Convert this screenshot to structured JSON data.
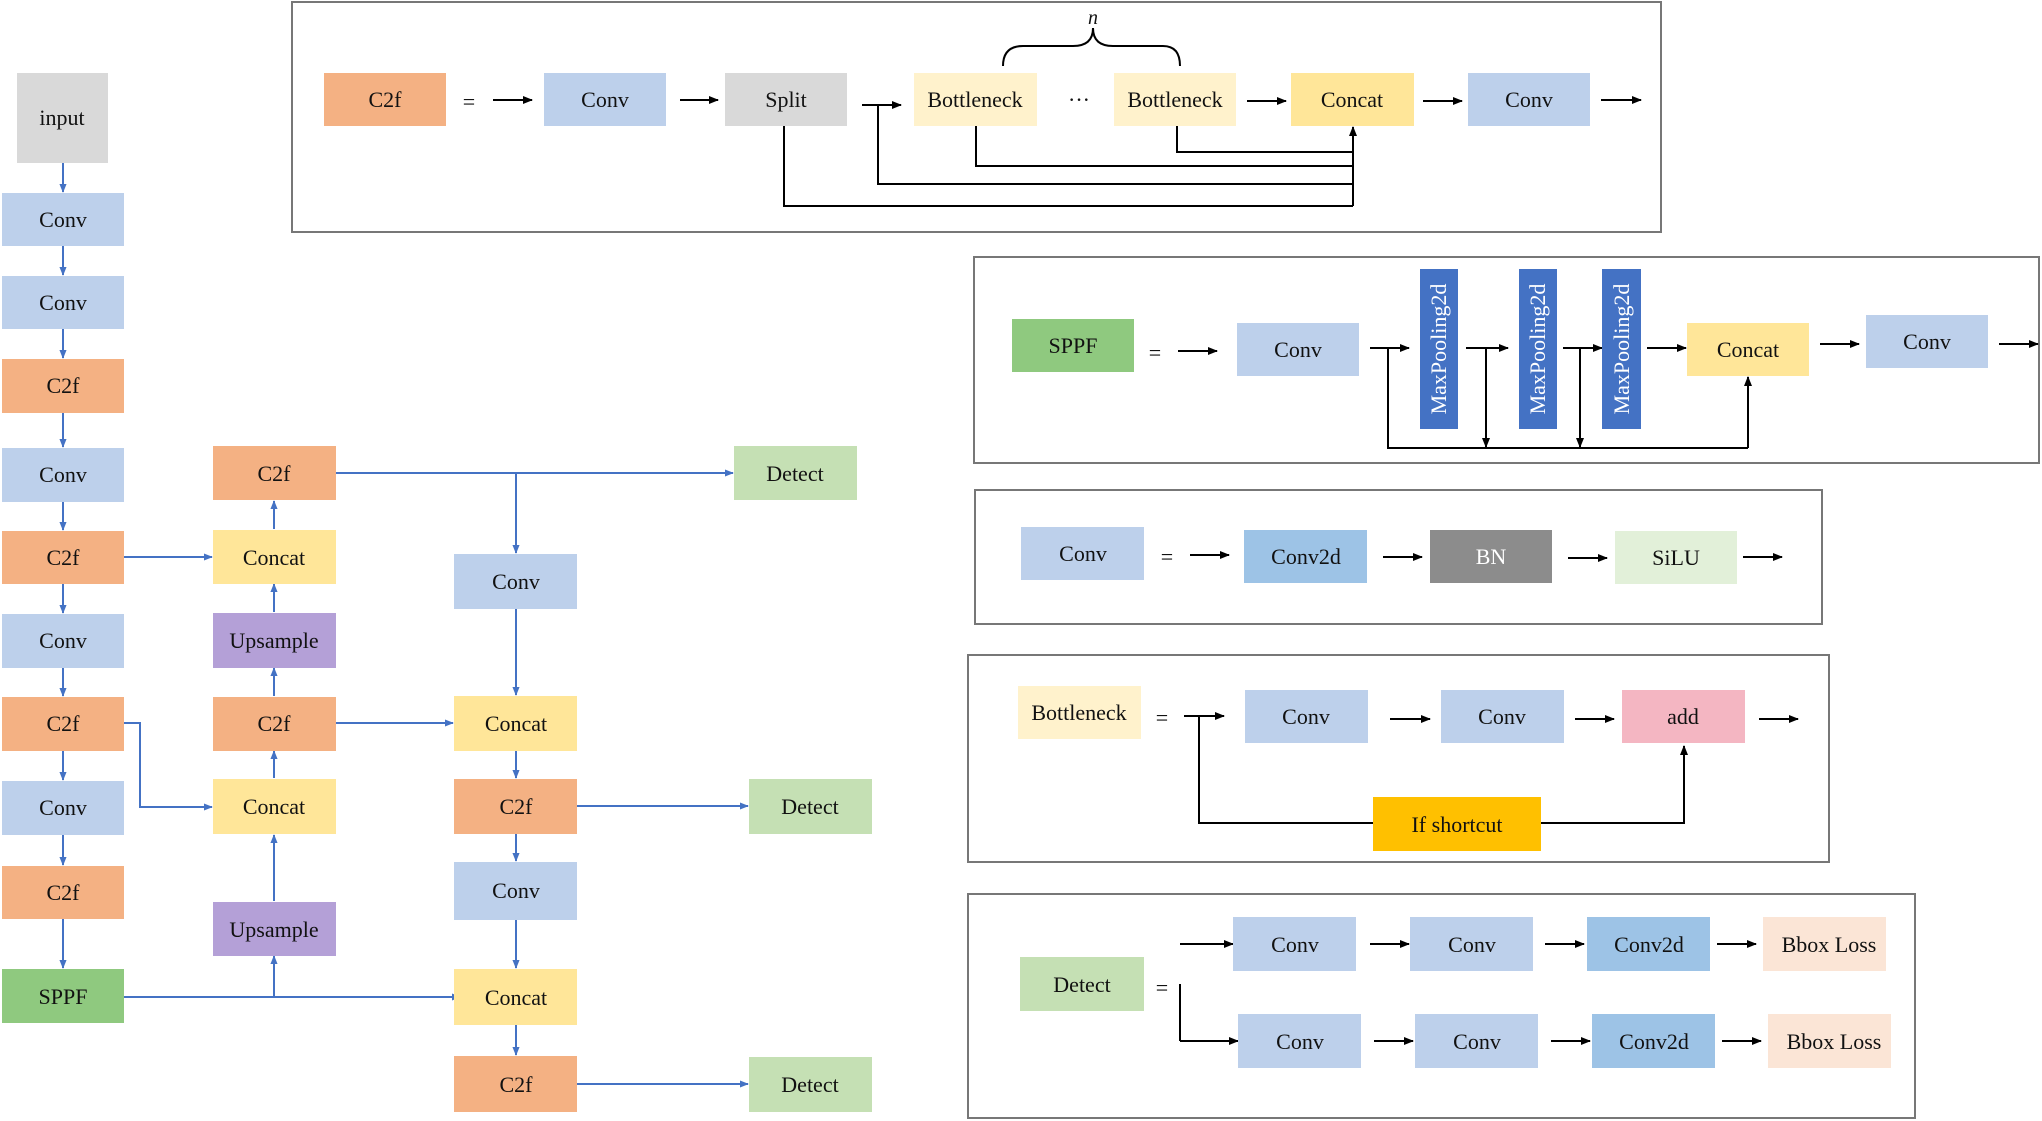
{
  "colors": {
    "c2f": "#F4B183",
    "conv": "#BDD0EB",
    "input": "#D9D9D9",
    "split": "#D9D9D9",
    "concat": "#FFE699",
    "bottleneck": "#FFF2CC",
    "sppf": "#8FC97F",
    "detect": "#C5E0B4",
    "upsample": "#B4A0D7",
    "maxpool": "#4472C4",
    "conv2d": "#9DC3E6",
    "bn": "#8C8C8C",
    "silu": "#E2F0D9",
    "add": "#F4B6C2",
    "shortcut": "#FFC000",
    "bbox_loss": "#FBE5D6",
    "blue_arrow": "#4472C4",
    "black_arrow": "#000000"
  },
  "backbone": {
    "input": "input",
    "conv": "Conv",
    "c2f": "C2f",
    "sppf": "SPPF"
  },
  "neck": {
    "c2f": "C2f",
    "concat": "Concat",
    "upsample": "Upsample",
    "conv": "Conv",
    "detect": "Detect"
  },
  "c2f_panel": {
    "name": "C2f",
    "equals": "=",
    "conv": "Conv",
    "split": "Split",
    "bottleneck": "Bottleneck",
    "ellipsis": "···",
    "repeat": "n",
    "concat": "Concat"
  },
  "sppf_panel": {
    "name": "SPPF",
    "equals": "=",
    "conv": "Conv",
    "maxpool": "MaxPooling2d",
    "concat": "Concat"
  },
  "conv_panel": {
    "name": "Conv",
    "equals": "=",
    "conv2d": "Conv2d",
    "bn": "BN",
    "silu": "SiLU"
  },
  "bottleneck_panel": {
    "name": "Bottleneck",
    "equals": "=",
    "conv": "Conv",
    "add": "add",
    "shortcut": "If shortcut"
  },
  "detect_panel": {
    "name": "Detect",
    "equals": "=",
    "conv": "Conv",
    "conv2d": "Conv2d",
    "bbox_loss": "Bbox Loss"
  }
}
